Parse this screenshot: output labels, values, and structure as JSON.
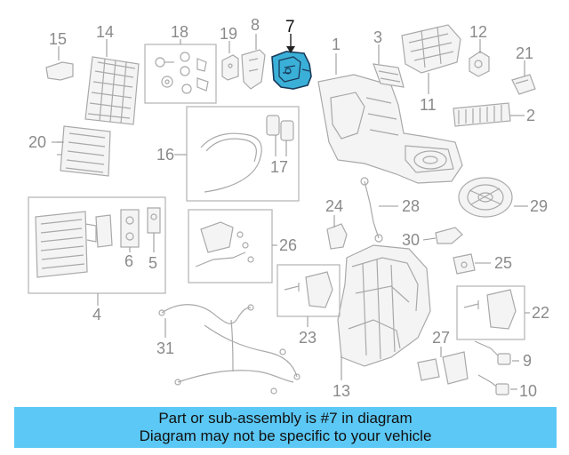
{
  "callouts": [
    "1",
    "2",
    "3",
    "4",
    "5",
    "6",
    "7",
    "8",
    "9",
    "10",
    "11",
    "12",
    "13",
    "14",
    "15",
    "16",
    "17",
    "18",
    "19",
    "20",
    "21",
    "22",
    "23",
    "24",
    "25",
    "26",
    "27",
    "28",
    "29",
    "30",
    "31"
  ],
  "highlighted_part": "7",
  "highlight_color": "#3ab0d8",
  "banner": {
    "line1": "Part or sub-assembly is #7 in diagram",
    "line2": "Diagram may not be specific to your vehicle",
    "background": "#5bc8f5"
  }
}
